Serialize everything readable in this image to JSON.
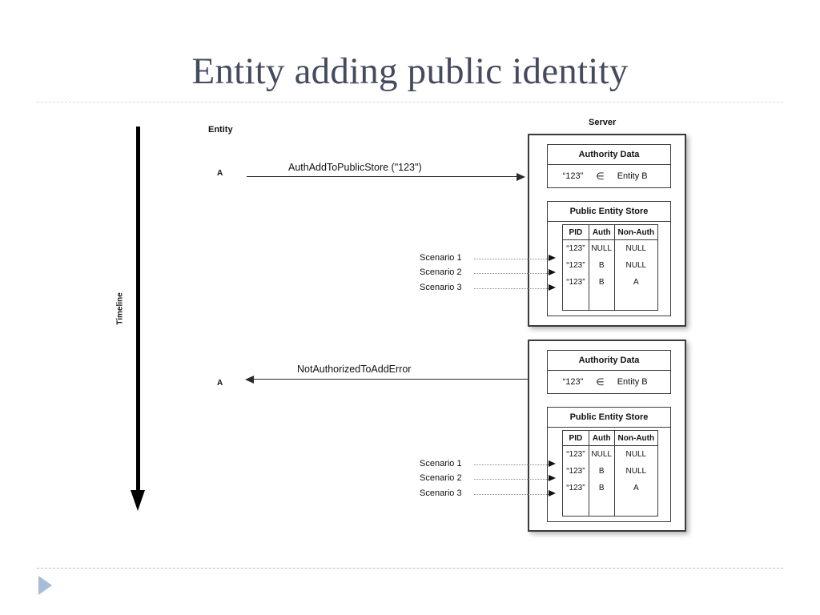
{
  "slide": {
    "title": "Entity adding public identity"
  },
  "diagram": {
    "timeline_label": "Timeline",
    "entity_heading": "Entity",
    "server_heading": "Server",
    "actors": [
      {
        "label": "A"
      },
      {
        "label": "A"
      }
    ],
    "messages": [
      {
        "label": "AuthAddToPublicStore (\"123\")",
        "direction": "right"
      },
      {
        "label": "NotAuthorizedToAddError",
        "direction": "left"
      }
    ],
    "scenario_labels": [
      "Scenario 1",
      "Scenario 2",
      "Scenario 3"
    ],
    "panels": {
      "authority_title": "Authority Data",
      "authority_pid": "“123”",
      "authority_symbol": "∈",
      "authority_entity": "Entity B",
      "store_title": "Public Entity Store"
    },
    "store_table": {
      "columns": [
        "PID",
        "Auth",
        "Non-Auth"
      ],
      "rows": [
        [
          "“123”",
          "NULL",
          "NULL"
        ],
        [
          "“123”",
          "B",
          "NULL"
        ],
        [
          "“123”",
          "B",
          "A"
        ]
      ]
    },
    "colors": {
      "title_text": "#454b5e",
      "stroke": "#3b3b3b",
      "accent_marker": "#a7bcd6",
      "footer_rule": "#aebdd4",
      "header_rule": "#d4d6db"
    }
  }
}
